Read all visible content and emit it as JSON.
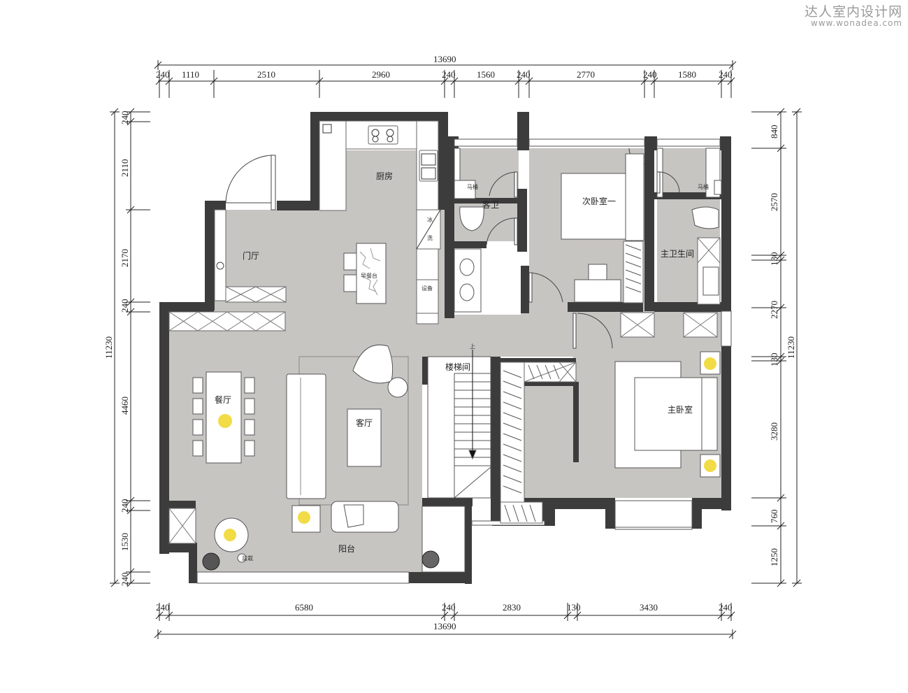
{
  "watermark": {
    "line1": "达人室内设计网",
    "line2": "www.wonadea.com"
  },
  "dimensions": {
    "top_total": "13690",
    "top_segments": [
      "240",
      "1110",
      "2510",
      "2960",
      "240",
      "1560",
      "240",
      "2770",
      "240",
      "1580",
      "240"
    ],
    "bottom_total": "13690",
    "bottom_segments": [
      "240",
      "6580",
      "240",
      "2830",
      "130",
      "3430",
      "240"
    ],
    "left_total": "11230",
    "left_segments": [
      "240",
      "2110",
      "2170",
      "240",
      "4460",
      "240",
      "1530",
      "240"
    ],
    "right_total": "11230",
    "right_segments": [
      "840",
      "2570",
      "130",
      "2270",
      "130",
      "3280",
      "760",
      "1250"
    ]
  },
  "rooms": {
    "kitchen": "厨房",
    "entry": "门厅",
    "guest_bath": "客卫",
    "second_bedroom": "次卧室一",
    "master_bath": "主卫生间",
    "dining": "餐厅",
    "living": "客厅",
    "stairs": "楼梯间",
    "master_bedroom": "主卧室",
    "balcony": "阳台"
  },
  "labels": {
    "breakfast_bar": "早餐台",
    "equipment": "设备",
    "ice": "冰",
    "washer": "洗",
    "up": "上",
    "plant": "盆栽",
    "toilet_a": "马桶",
    "toilet_b": "马桶"
  },
  "colors": {
    "wall": "#3c3c3c",
    "floor": "#c7c5c2",
    "furniture": "#ffffff",
    "lamp": "#f1dc46"
  }
}
